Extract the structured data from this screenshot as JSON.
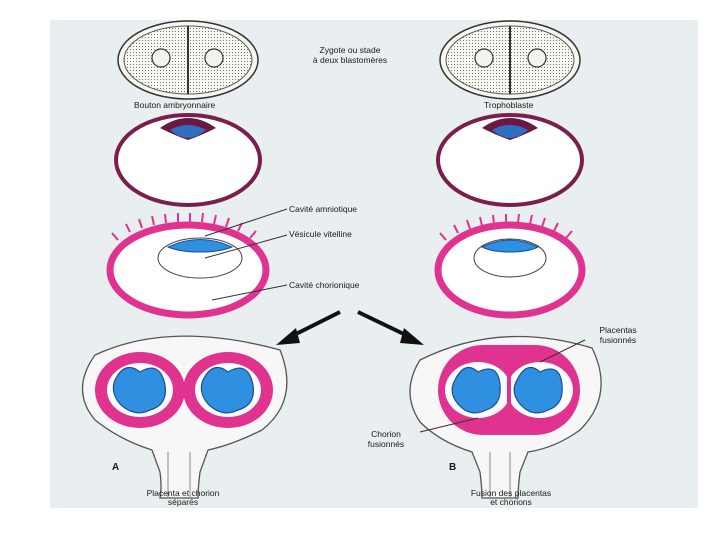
{
  "labels": {
    "zygote_line1": "Zygote ou stade",
    "zygote_line2": "à deux blastomères",
    "bouton": "Bouton ambryonnaire",
    "trophoblaste": "Trophoblaste",
    "cavite_amniotique": "Cavité amniotique",
    "vesicule": "Vésicule vitelline",
    "cavite_chorionique": "Cavité chorionique",
    "placentas_line1": "Placentas",
    "placentas_line2": "fusionnés",
    "chorion_line1": "Chorion",
    "chorion_line2": "fusionnés",
    "panel_a": "A",
    "panel_b": "B",
    "caption_a_line1": "Placenta et chorion",
    "caption_a_line2": "séparés",
    "caption_b_line1": "Fusion des placentas",
    "caption_b_line2": "et chorions"
  },
  "colors": {
    "background": "#e9eef0",
    "magenta": "#e0338f",
    "dark_magenta": "#6b1844",
    "blue": "#2f8fe0",
    "dark_blue": "#1b4f9a",
    "outline": "#3a3a3a"
  }
}
